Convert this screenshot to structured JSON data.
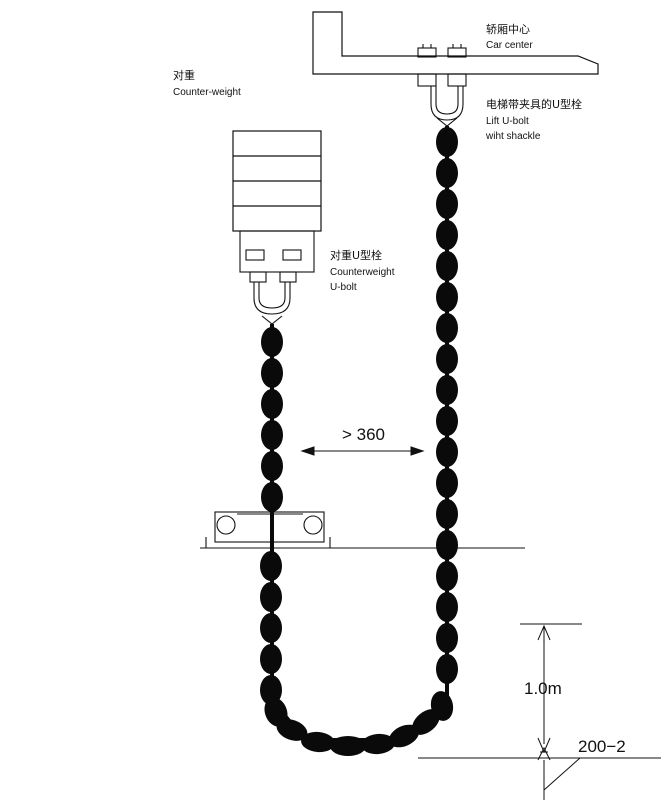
{
  "labels": {
    "car_center_zh": "轿厢中心",
    "car_center_en": "Car center",
    "counterweight_zh": "对重",
    "counterweight_en": "Counter-weight",
    "lift_ubolt_zh": "电梯带夹具的U型栓",
    "lift_ubolt_en_1": "Lift  U-bolt",
    "lift_ubolt_en_2": "wiht shackle",
    "cw_ubolt_zh": "对重U型栓",
    "cw_ubolt_en_1": "Counterweight",
    "cw_ubolt_en_2": "U-bolt"
  },
  "dimensions": {
    "gap": "> 360",
    "height": "1.0m",
    "clearance": "200−2"
  },
  "colors": {
    "ink": "#111111",
    "chain": "#0a0a0a",
    "background": "#ffffff"
  }
}
